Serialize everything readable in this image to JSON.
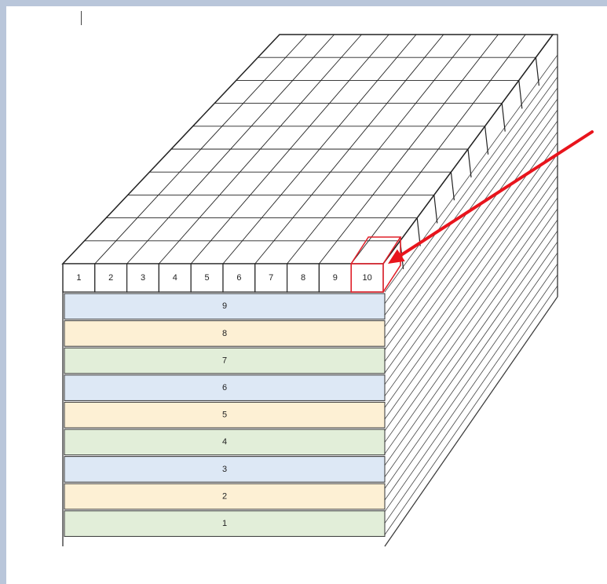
{
  "front_cells": [
    "1",
    "2",
    "3",
    "4",
    "5",
    "6",
    "7",
    "8",
    "9",
    "10"
  ],
  "layers": [
    {
      "label": "9",
      "color": "#dde8f5"
    },
    {
      "label": "8",
      "color": "#fdf0d4"
    },
    {
      "label": "7",
      "color": "#e2eed9"
    },
    {
      "label": "6",
      "color": "#dde8f5"
    },
    {
      "label": "5",
      "color": "#fdf0d4"
    },
    {
      "label": "4",
      "color": "#e2eed9"
    },
    {
      "label": "3",
      "color": "#dde8f5"
    },
    {
      "label": "2",
      "color": "#fdf0d4"
    },
    {
      "label": "1",
      "color": "#e2eed9"
    }
  ],
  "colors": {
    "highlight": "#e0202a",
    "arrow": "#e8141c",
    "line": "#222222"
  },
  "icons": {
    "pointer": "red-arrow-icon"
  }
}
